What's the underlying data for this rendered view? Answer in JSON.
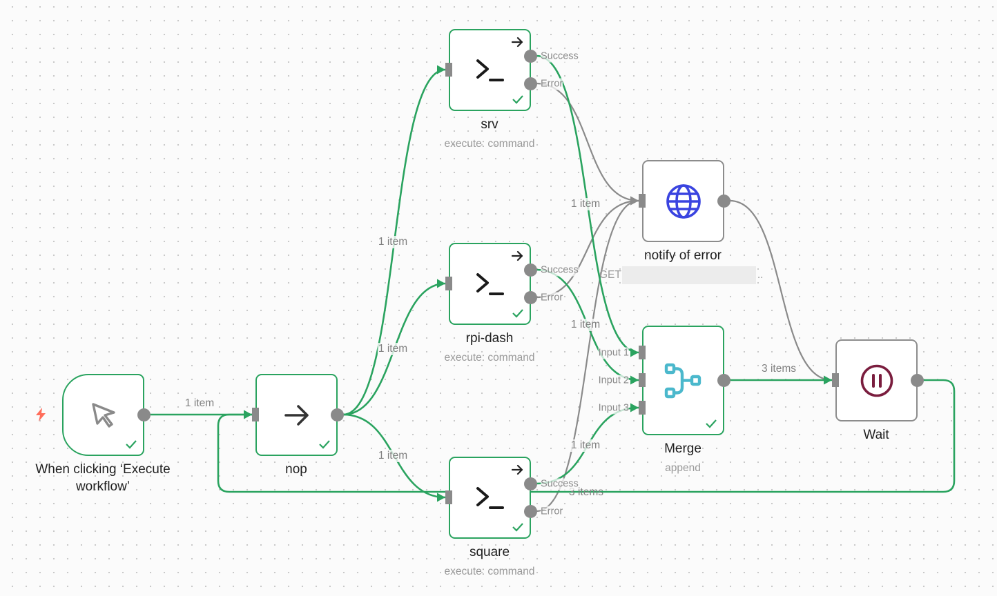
{
  "canvas": {
    "background": "#fbfbfb",
    "grid": "dots"
  },
  "colors": {
    "success": "#2aa35f",
    "neutral": "#8a8a8a",
    "trigger_bolt": "#ff6d5a",
    "http_globe": "#3a44e0",
    "merge_icon": "#4bb8cc",
    "wait_icon": "#7a1d3e"
  },
  "nodes": {
    "trigger": {
      "name": "When clicking ‘Execute workflow’",
      "status": "success",
      "icon": "cursor-click-icon",
      "badge_icon": "lightning-bolt-icon"
    },
    "nop": {
      "name": "nop",
      "status": "success",
      "icon": "arrow-right-icon"
    },
    "srv": {
      "name": "srv",
      "subtitle": "execute: command",
      "status": "success",
      "icon": "terminal-icon",
      "outputs": [
        "Success",
        "Error"
      ]
    },
    "rpi_dash": {
      "name": "rpi-dash",
      "subtitle": "execute: command",
      "status": "success",
      "icon": "terminal-icon",
      "outputs": [
        "Success",
        "Error"
      ]
    },
    "square": {
      "name": "square",
      "subtitle": "execute: command",
      "status": "success",
      "icon": "terminal-icon",
      "outputs": [
        "Success",
        "Error"
      ]
    },
    "notify": {
      "name": "notify of error",
      "subtitle_method": "GET",
      "subtitle_url": "[redacted]",
      "subtitle_ellipsis": "..",
      "status": "not-executed",
      "icon": "globe-icon"
    },
    "merge": {
      "name": "Merge",
      "subtitle": "append",
      "status": "success",
      "icon": "merge-icon",
      "inputs": [
        "Input 1",
        "Input 2",
        "Input 3"
      ]
    },
    "wait": {
      "name": "Wait",
      "status": "not-executed",
      "icon": "pause-circle-icon"
    }
  },
  "edges": [
    {
      "from": "When clicking ‘Execute workflow’",
      "to": "nop",
      "label": "1 item",
      "status": "success"
    },
    {
      "from": "nop",
      "to": "srv",
      "label": "1 item",
      "status": "success"
    },
    {
      "from": "nop",
      "to": "rpi-dash",
      "label": "1 item",
      "status": "success"
    },
    {
      "from": "nop",
      "to": "square",
      "label": "1 item",
      "status": "success"
    },
    {
      "from": "srv.Success",
      "to": "Merge.Input 1",
      "label": "1 item",
      "status": "success"
    },
    {
      "from": "rpi-dash.Success",
      "to": "Merge.Input 2",
      "label": "1 item",
      "status": "success"
    },
    {
      "from": "square.Success",
      "to": "Merge.Input 3",
      "label": "1 item",
      "status": "success"
    },
    {
      "from": "Merge",
      "to": "Wait",
      "label": "3 items",
      "status": "success"
    },
    {
      "from": "Wait",
      "to": "nop",
      "label": "3 items",
      "status": "success"
    },
    {
      "from": "srv.Error",
      "to": "notify of error",
      "label": "",
      "status": "neutral"
    },
    {
      "from": "rpi-dash.Error",
      "to": "notify of error",
      "label": "",
      "status": "neutral"
    },
    {
      "from": "square.Error",
      "to": "notify of error",
      "label": "",
      "status": "neutral"
    },
    {
      "from": "notify of error",
      "to": "Wait",
      "label": "",
      "status": "neutral"
    }
  ]
}
